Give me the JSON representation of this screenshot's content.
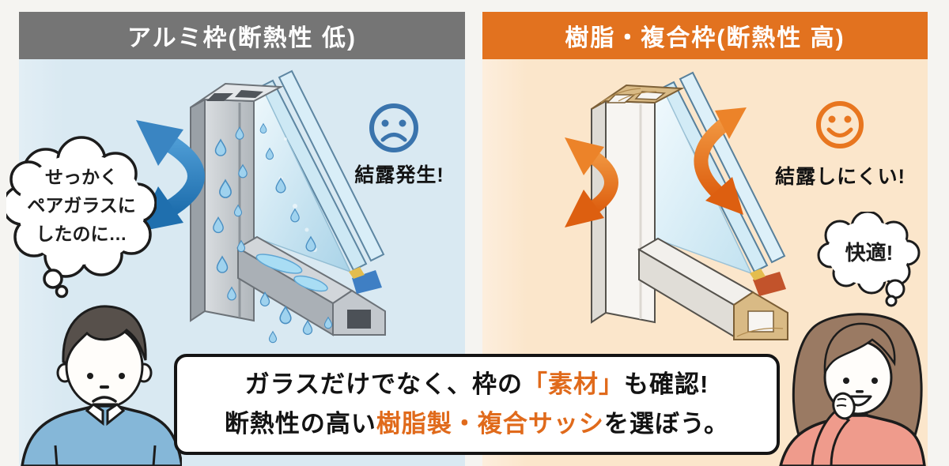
{
  "left_panel": {
    "header": "アルミ枠(断熱性 低)",
    "status_label": "結露発生!",
    "thought_lines": [
      "せっかく",
      "ペアガラスに",
      "したのに…"
    ]
  },
  "right_panel": {
    "header": "樹脂・複合枠(断熱性 高)",
    "status_label": "結露しにくい!",
    "thought_text": "快適!"
  },
  "callout": {
    "line1": {
      "pre": "ガラスだけでなく、枠の",
      "highlight": "「素材」",
      "post": "も確認!"
    },
    "line2": {
      "pre": "断熱性の高い",
      "highlight": "樹脂製・複合サッシ",
      "post": "を選ぼう。"
    }
  },
  "colors": {
    "left_header_bg": "#757575",
    "left_panel_bg": "#d9e9f2",
    "right_header_bg": "#e2721f",
    "right_panel_bg": "#fbe6cb",
    "cold_arrow_blue": "#2f7ec0",
    "warm_arrow_orange": "#e8781f",
    "sad_face_blue": "#3a74ad",
    "happy_face_orange": "#e8761f",
    "highlight_text_orange": "#e06a1b"
  }
}
